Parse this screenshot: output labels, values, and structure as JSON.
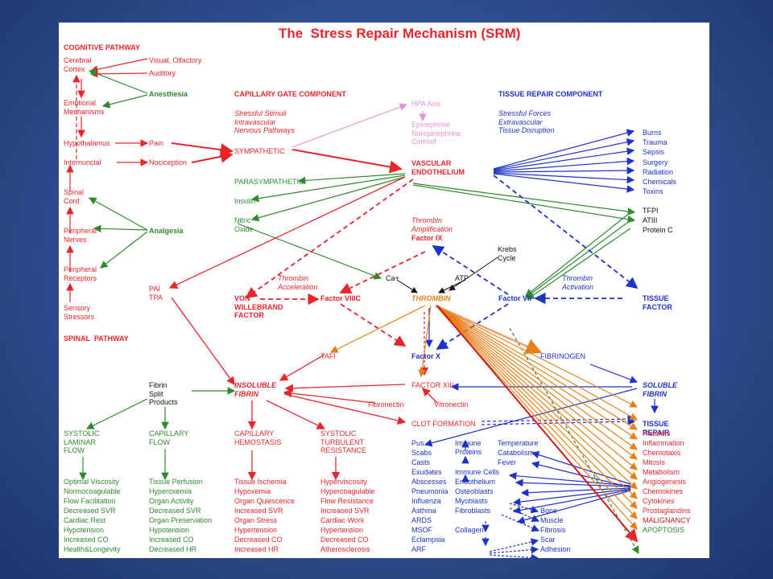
{
  "title": "The  Stress Repair Mechanism (SRM)",
  "cognitive_pathway": {
    "header": "COGNITIVE PATHWAY",
    "cerebral_cortex": "Cerebral\nCortex",
    "visual_olfactory": "Visual, Olfactory",
    "auditory": "Auditory",
    "anesthesia": "Anesthesia",
    "emotional_mechanisms": "Emotional\nMechanisms",
    "hypothalamus": "Hypothalamus",
    "pain": "Pain",
    "internuncial": "Internuncial",
    "nociception": "Nociception",
    "spinal_cord": "Spinal\nCord",
    "peripheral_nerves": "Peripheral\nNerves",
    "analgesia": "Analgesia",
    "peripheral_receptors": "Peripheral\nReceptors",
    "sensory_stressors": "Sensory\nStressors"
  },
  "spinal_pathway": {
    "header": "SPINAL  PATHWAY"
  },
  "capillary_gate": {
    "header": "CAPILLARY GATE COMPONENT",
    "subtitle": "Stressful Stimuli\nIntravascular\nNervous Pathways",
    "sympathetic": "SYMPATHETIC",
    "parasympathetic": "PARASYMPATHETIC",
    "insulin": "Insulin",
    "nitric_oxide": "Nitric\nOxide",
    "pai_tpa": "PAI\nTPA"
  },
  "hpa": {
    "axis": "HPA Axis",
    "hormones": "Epinephrine\nNorepinephrine\nCortisol"
  },
  "vascular_endothelium": "VASCULAR\nENDOTHELIUM",
  "tissue_repair": {
    "header": "TISSUE REPAIR COMPONENT",
    "subtitle": "Stressful Forces\nExtravascular\nTissue Disruption",
    "forces": [
      "Burns",
      "Trauma",
      "Sepsis",
      "Surgery",
      "Radiation",
      "Chemicals",
      "Toxins"
    ],
    "inhibitors": [
      "TFPI",
      "ATIII",
      "Protein C"
    ],
    "tissue_factor": "TISSUE\nFACTOR"
  },
  "coagulation": {
    "thrombin_amplification": "Thrombin\nAmplification",
    "factor_ix": "Factor IX",
    "krebs_cycle": "Krebs\nCycle",
    "ca": "Ca+",
    "atp": "ATP",
    "thrombin_acceleration": "Thrombin\nAcceleration",
    "thrombin_activation": "Thrombin\nActivation",
    "von_willebrand": "VON\nWILLEBRAND\nFACTOR",
    "factor_viiic": "Factor VIIIC",
    "thrombin": "THROMBIN",
    "factor_vii": "Factor VII",
    "tafi": "TAFI",
    "factor_x": "Factor X",
    "fibrinogen": "FIBRINOGEN",
    "fibrin_split": "Fibrin\nSplit\nProducts",
    "insoluble_fibrin": "INSOLUBLE\nFIBRIN",
    "factor_xiii": "FACTOR XIII",
    "soluble_fibrin": "SOLUBLE\nFIBRIN",
    "fibronectin": "Fibronectin",
    "vitronectin": "Vitronectin",
    "clot_formation": "CLOT FORMATION",
    "tissue_repair_node": "TISSUE\nREPAIR"
  },
  "flow_states": {
    "systolic_laminar": "SYSTOLIC\nLAMINAR\nFLOW",
    "capillary_flow": "CAPILLARY\nFLOW",
    "capillary_hemostasis": "CAPILLARY\nHEMOSTASIS",
    "systolic_turbulent": "SYSTOLIC\nTURBULENT\nRESISTANCE"
  },
  "outcomes": {
    "laminar": [
      "Optimal Viscosity",
      "Normocoagulable",
      "Flow Facilitation",
      "Decreased SVR",
      "Cardiac Rest",
      "Hypotension",
      "Increased CO",
      "Health&Longevity"
    ],
    "capillary": [
      "Tissue Perfusion",
      "Hyperoxemia",
      "Organ Activity",
      "Decreased SVR",
      "Organ Preservation",
      "Hypotension",
      "Increased CO",
      "Decreased HR"
    ],
    "hemostasis": [
      "Tissue Ischemia",
      "Hypoxemia",
      "Organ Quiescence",
      "Increased SVR",
      "Organ Stress",
      "Hypertension",
      "Decreased CO",
      "Increased HR"
    ],
    "turbulent": [
      "Hyperviscosity",
      "Hypercoagulable",
      "Flow Resistance",
      "Increased SVR",
      "Cardiac Work",
      "Hypertension",
      "Decreased CO",
      "Atherosclerosis"
    ]
  },
  "conditions": [
    "Pus",
    "Scabs",
    "Casts",
    "Exudates",
    "Abscesses",
    "Pneumonia",
    "Influenza",
    "Asthma",
    "ARDS",
    "MSOF",
    "Eclampsia",
    "ARF"
  ],
  "cells": {
    "immune_proteins": "Immune\nProteins",
    "immune_cells": "Immune Cells",
    "endothelium": "Endothelium",
    "osteoblasts": "Osteoblasts",
    "myoblasts": "Myoblasts",
    "fibroblasts": "Fibroblasts",
    "collagen": "Collagen",
    "temperature": "Temperature",
    "catabolism": "Catabolism",
    "fever": "Fever",
    "tissues": [
      "Bone",
      "Muscle",
      "Fibrosis",
      "Scar",
      "Adhesion"
    ]
  },
  "repair_outputs": [
    "Platelets",
    "Inflammation",
    "Chemotaxis",
    "Mitosis",
    "Metabolism",
    "Angiogenesis",
    "Chemokines",
    "Cytokines",
    "Prostaglandins",
    "MALIGNANCY",
    "APOPTOSIS"
  ]
}
